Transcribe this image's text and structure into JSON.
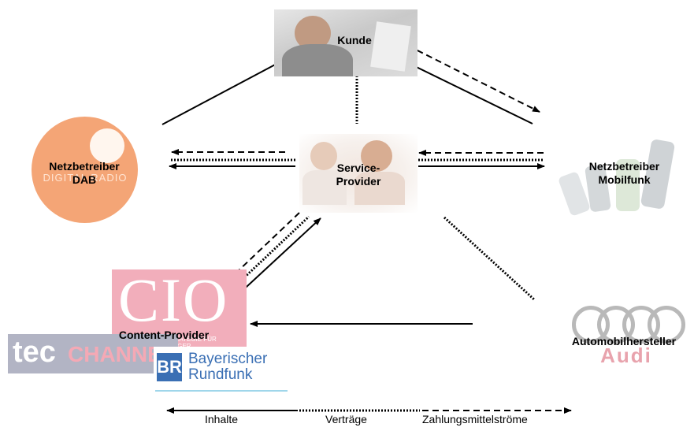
{
  "nodes": {
    "kunde": {
      "label": "Kunde"
    },
    "dab": {
      "label_line1": "Netzbetreiber",
      "label_line2": "DAB",
      "logo_text": "DIGITAL RADIO"
    },
    "service": {
      "label_line1": "Service-",
      "label_line2": "Provider"
    },
    "mobil": {
      "label_line1": "Netzbetreiber",
      "label_line2": "Mobilfunk"
    },
    "content": {
      "label": "Content-Provider",
      "logo_cio": "CIO",
      "logo_cio_sub": "IT-STRATEGIE FÜR MANAGER",
      "logo_tec_a": "tec",
      "logo_tec_b": "CHANNEL",
      "logo_br_line1": "Bayerischer",
      "logo_br_line2": "Rundfunk"
    },
    "auto": {
      "label": "Automobilhersteller",
      "logo_text": "Audi"
    }
  },
  "legend": {
    "inhalte": "Inhalte",
    "vertraege": "Verträge",
    "zahlung": "Zahlungsmittelströme"
  },
  "colors": {
    "dab_orange": "#f4a576",
    "cio_pink": "#f2aebb",
    "tec_gray": "#b2b4c4",
    "br_blue": "#3a6fb4",
    "audi_gray": "#b9b9b9"
  }
}
